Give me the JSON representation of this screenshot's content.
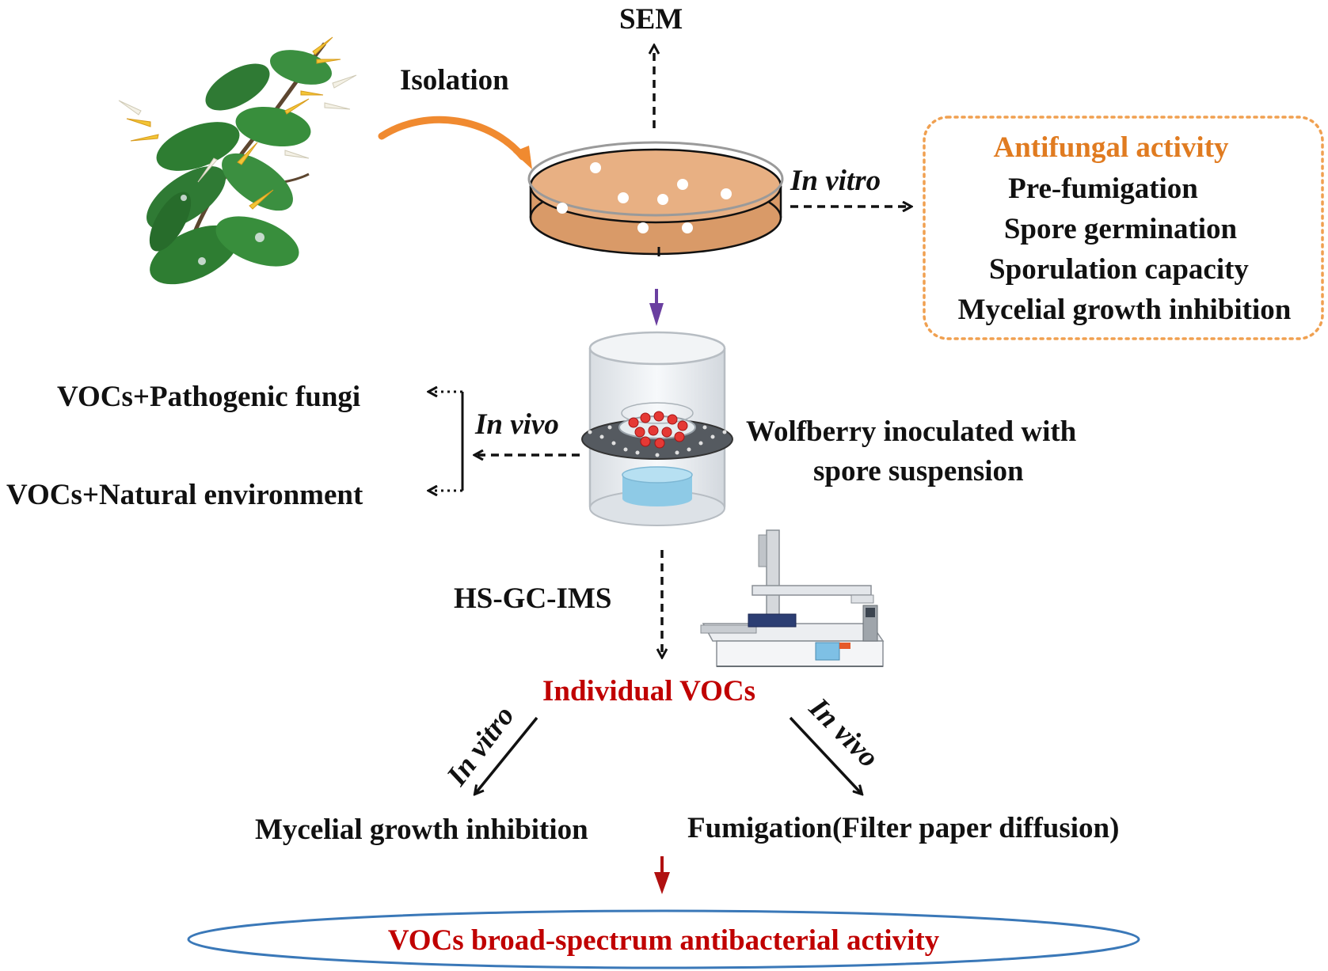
{
  "labels": {
    "sem": "SEM",
    "isolation": "Isolation",
    "in_vitro_top": "In vitro",
    "in_vivo_mid": "In vivo",
    "vocs_pathogenic": "VOCs+Pathogenic fungi",
    "vocs_natural": "VOCs+Natural environment",
    "wolfberry_line1": "Wolfberry inoculated with",
    "wolfberry_line2": "spore suspension",
    "hs_gc_ims": "HS-GC-IMS",
    "individual_vocs": "Individual VOCs",
    "in_vitro_bottom": "In vitro",
    "in_vivo_bottom": "In vivo",
    "mycelial_bottom": "Mycelial growth inhibition",
    "fumigation": "Fumigation(Filter paper diffusion)",
    "broad_spectrum": "VOCs broad-spectrum antibacterial activity"
  },
  "antifungal_box": {
    "title": "Antifungal activity",
    "items": [
      "Pre-fumigation",
      "Spore germination",
      "Sporulation capacity",
      "Mycelial growth inhibition"
    ]
  },
  "colors": {
    "text": "#111111",
    "orange_title": "#e07b20",
    "red_text": "#c00000",
    "box_border": "#f0a050",
    "ellipse_border": "#3a78b8",
    "petri_medium": "#e8b083",
    "isolation_arrow": "#f08a30",
    "purple_arrow": "#6a3fa0",
    "red_arrow": "#b01010",
    "leaf": "#2e7d32",
    "flower": "#f3c536"
  }
}
